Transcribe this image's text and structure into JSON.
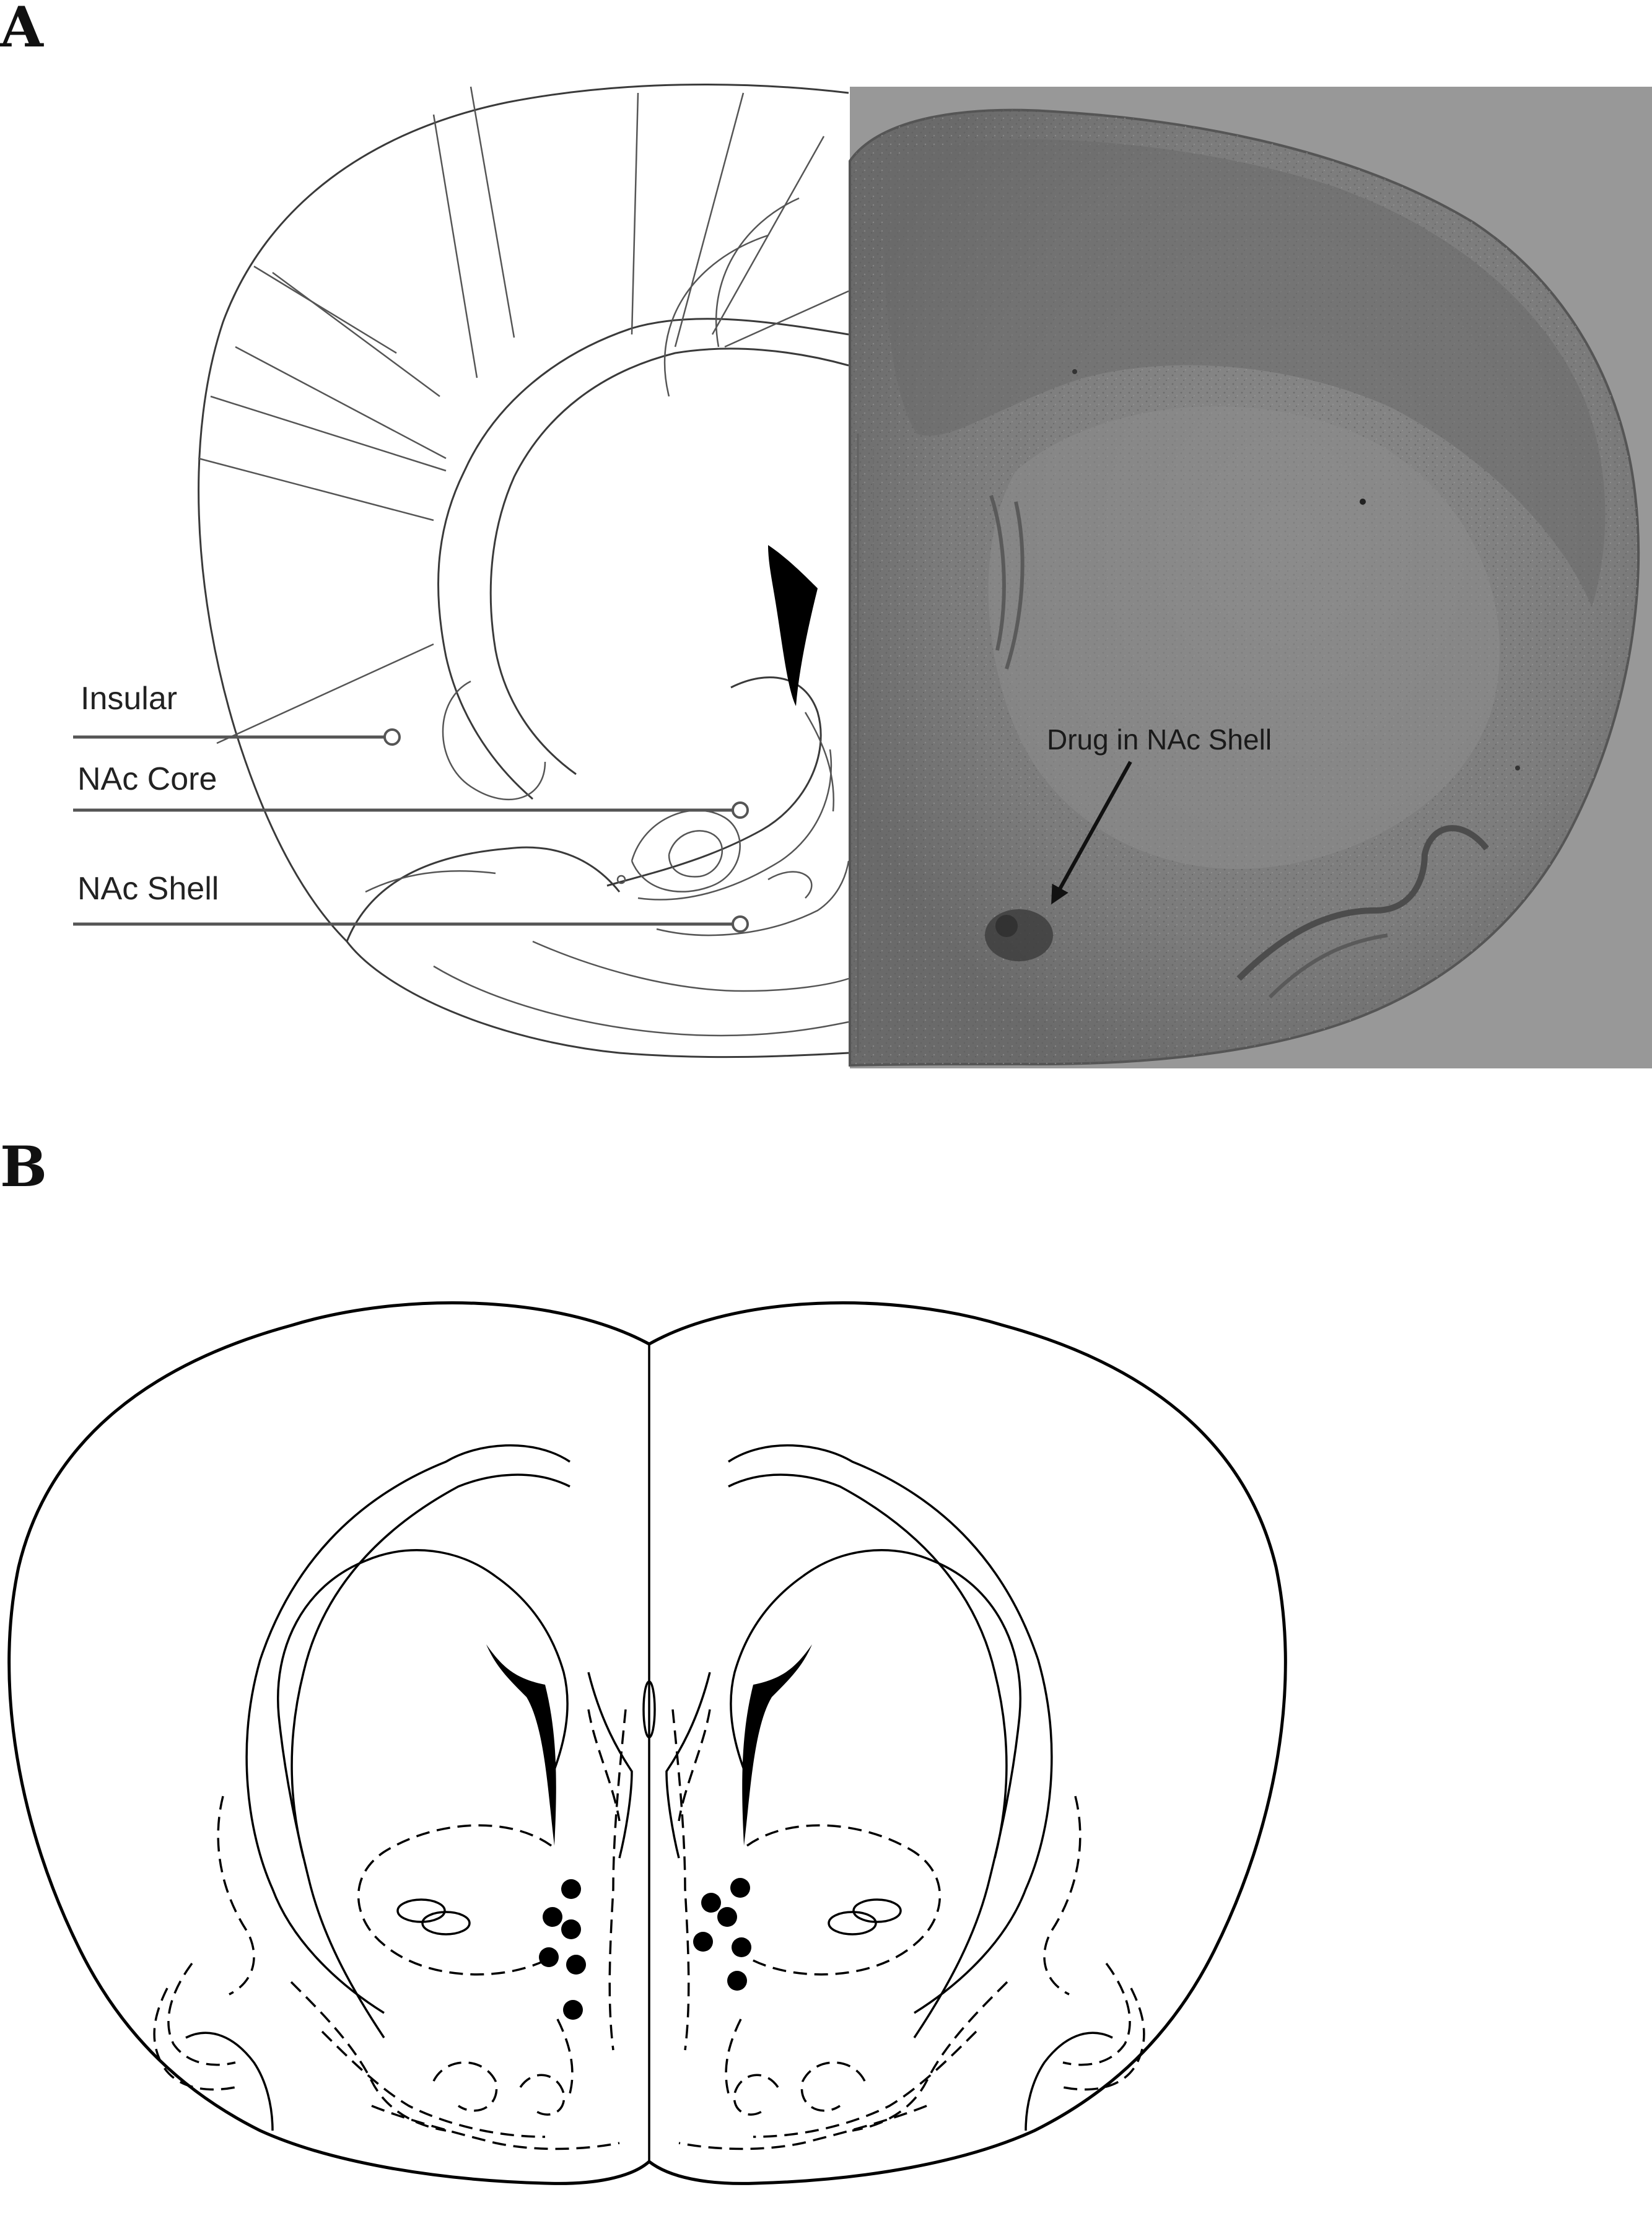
{
  "panel_a": {
    "label": "A",
    "atlas_labels": {
      "insular": "Insular",
      "nac_core": "NAc Core",
      "nac_shell": "NAc Shell"
    },
    "photo_annotation": "Drug in NAc Shell"
  },
  "panel_b": {
    "label": "B",
    "placement_markers": 12
  },
  "colors": {
    "ink": "#000000",
    "atlas_line": "#3a3a3a",
    "photo_bg": "#8e8e8e",
    "tissue": "#7a7a7a"
  }
}
